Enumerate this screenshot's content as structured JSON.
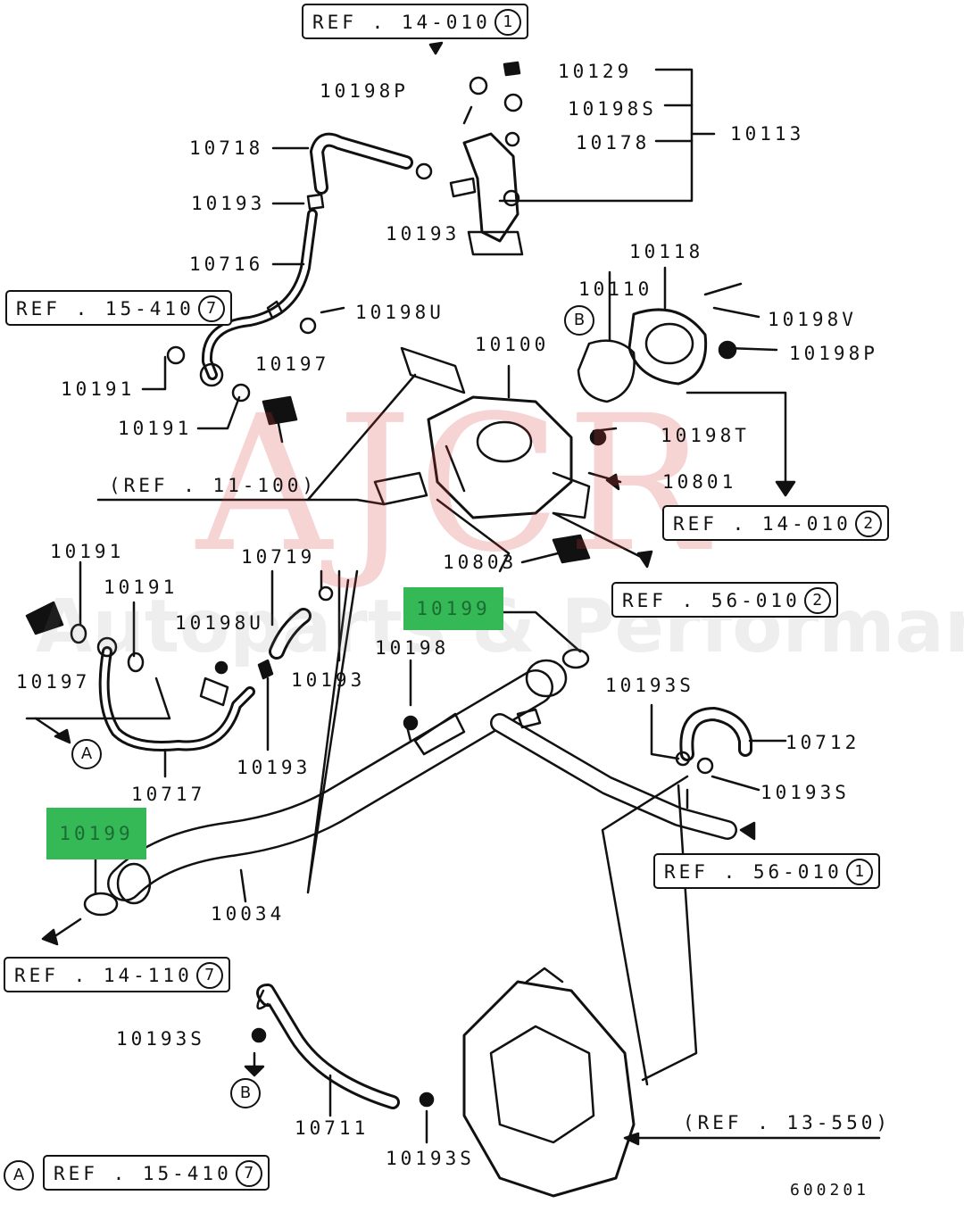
{
  "watermark": {
    "logo": "AJCR",
    "tagline": "Autoparts & Performance"
  },
  "part_labels": {
    "p10129": "10129",
    "p10198P_top": "10198P",
    "p10198S": "10198S",
    "p10178": "10178",
    "p10113": "10113",
    "p10718": "10718",
    "p10193_a": "10193",
    "p10193_b": "10193",
    "p10716": "10716",
    "p10118": "10118",
    "p10110": "10110",
    "p10198V": "10198V",
    "p10198P_right": "10198P",
    "p10198U_top": "10198U",
    "p10100": "10100",
    "p10191_a": "10191",
    "p10197_a": "10197",
    "p10191_b": "10191",
    "p10198T": "10198T",
    "p10801": "10801",
    "p10803": "10803",
    "p10191_c": "10191",
    "p10191_d": "10191",
    "p10719": "10719",
    "p10198U_left": "10198U",
    "p10198": "10198",
    "p10197_b": "10197",
    "p10193_c": "10193",
    "p10193_d": "10193",
    "p10193S_a": "10193S",
    "p10712": "10712",
    "p10717": "10717",
    "p10193S_b": "10193S",
    "p10034": "10034",
    "p10193S_c": "10193S",
    "p10711": "10711",
    "p10193S_d": "10193S",
    "fig_no": "600201"
  },
  "highlighted_parts": [
    {
      "label": "10199"
    },
    {
      "label": "10199"
    }
  ],
  "references": {
    "r1": {
      "text": "REF . 14-010",
      "circ": "1"
    },
    "r2": {
      "text": "REF . 15-410",
      "circ": "7"
    },
    "r3": {
      "text": "(REF . 11-100)"
    },
    "r4": {
      "text": "REF . 14-010",
      "circ": "2"
    },
    "r5": {
      "text": "REF . 56-010",
      "circ": "2"
    },
    "r6": {
      "text": "REF . 56-010",
      "circ": "1"
    },
    "r7": {
      "text": "REF . 14-110",
      "circ": "7"
    },
    "r8": {
      "text": "(REF . 13-550)"
    },
    "r9": {
      "text": "REF . 15-410",
      "circ": "7"
    }
  },
  "connectors": {
    "a1": "A",
    "a2": "A",
    "b1": "B",
    "b2": "B"
  },
  "colors": {
    "highlight": "#35b956",
    "line": "#111111",
    "watermark": "#dc3c3c"
  }
}
